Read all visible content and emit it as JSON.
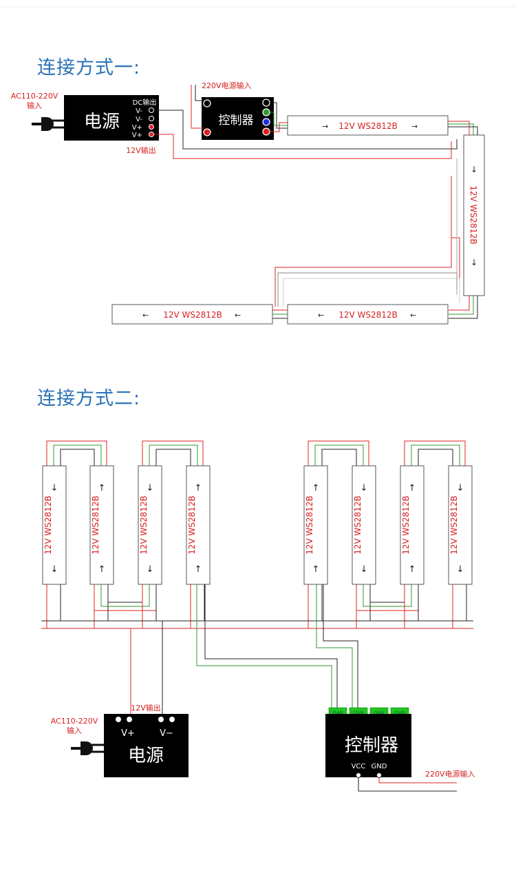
{
  "section1": {
    "title": "连接方式一:",
    "ac_label_line1": "AC110-220V",
    "ac_label_line2": "输入",
    "power": {
      "name": "电源",
      "dc_label": "DC输出",
      "terminals": [
        "V-",
        "V-",
        "V+",
        "V+"
      ],
      "output_label": "12V输出"
    },
    "controller": {
      "name": "控制器",
      "input_label": "220V电源输入"
    },
    "strip_label": "12V  WS2812B",
    "arrow_right": "→",
    "arrow_left": "←",
    "arrow_down": "↓"
  },
  "section2": {
    "title": "连接方式二:",
    "strip_label": "12V  WS2812B",
    "arrow_down": "↓",
    "arrow_up": "↑",
    "power": {
      "name": "电源",
      "vplus": "V+",
      "vminus": "V−",
      "ac_label_line1": "AC110-220V",
      "ac_label_line2": "输入",
      "output_label": "12V输出"
    },
    "controller": {
      "name": "控制器",
      "port_label": "GAB",
      "vcc": "VCC",
      "gnd": "GND",
      "input_label": "220V电源输入"
    }
  },
  "colors": {
    "title": "#2a72b5",
    "wire_red": "#e02020",
    "wire_green": "#2e9a2e",
    "wire_black": "#222222",
    "label_red": "#d81e1e",
    "port_green": "#21c421"
  }
}
